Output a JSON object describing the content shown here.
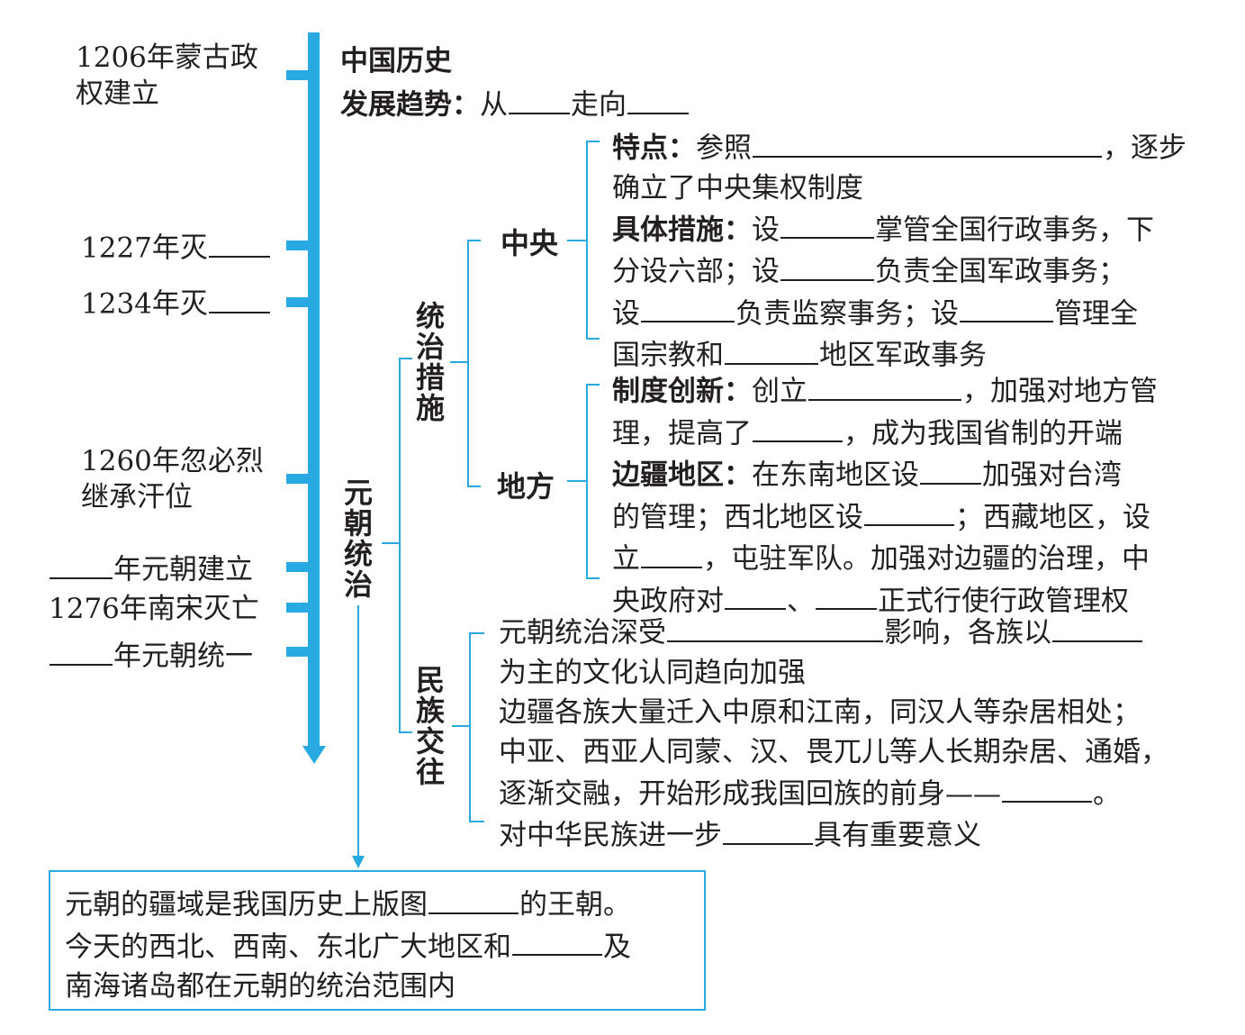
{
  "colors": {
    "accent": "#29a9e1",
    "text": "#231f20"
  },
  "timeline": {
    "e1206": [
      "1206年蒙古政",
      "权建立"
    ],
    "e1227": "1227年灭",
    "e1234": "1234年灭",
    "e1260": [
      "1260年忽必烈",
      "继承汗位"
    ],
    "e_founded": "年元朝建立",
    "e1276": "1276年南宋灭亡",
    "e_unified": "年元朝统一"
  },
  "header": {
    "title": "中国历史",
    "trend_label": "发展趋势：",
    "trend_from": "从",
    "trend_to": "走向"
  },
  "labels": {
    "yuan_rule": [
      "元",
      "朝",
      "统",
      "治"
    ],
    "governance": [
      "统",
      "治",
      "措",
      "施"
    ],
    "ethnic": [
      "民",
      "族",
      "交",
      "往"
    ],
    "central": "中央",
    "local": "地方"
  },
  "central": {
    "feature_label": "特点：",
    "feature_text": "参照",
    "feature_tail": "，逐步",
    "feature_line2": "确立了中央集权制度",
    "measures_label": "具体措施：",
    "m_set": "设",
    "m_a": "掌管全国行政事务，下",
    "m_line2a": "分设六部；设",
    "m_line2b": "负责全国军政事务；",
    "m_line3a": "设",
    "m_line3b": "负责监察事务；设",
    "m_line3c": "管理全",
    "m_line4a": "国宗教和",
    "m_line4b": "地区军政事务"
  },
  "local": {
    "innov_label": "制度创新：",
    "innov_a": "创立",
    "innov_b": "，加强对地方管",
    "innov_line2a": "理，提高了",
    "innov_line2b": "，成为我国省制的开端",
    "frontier_label": "边疆地区：",
    "fr_a": "在东南地区设",
    "fr_b": "加强对台湾",
    "fr_line2a": "的管理；西北地区设",
    "fr_line2b": "；西藏地区，设",
    "fr_line3a": "立",
    "fr_line3b": "，屯驻军队。加强对边疆的治理，中",
    "fr_line4a": "央政府对",
    "fr_line4b": "、",
    "fr_line4c": "正式行使行政管理权"
  },
  "ethnic": {
    "l1a": "元朝统治深受",
    "l1b": "影响，各族以",
    "l2": "为主的文化认同趋向加强",
    "l3": "边疆各族大量迁入中原和江南，同汉人等杂居相处；",
    "l4": "中亚、西亚人同蒙、汉、畏兀儿等人长期杂居、通婚，",
    "l5a": "逐渐交融，开始形成我国回族的前身——",
    "l5b": "。",
    "l6a": "对中华民族进一步",
    "l6b": "具有重要意义"
  },
  "summary": {
    "l1a": "元朝的疆域是我国历史上版图",
    "l1b": "的王朝。",
    "l2a": "今天的西北、西南、东北广大地区和",
    "l2b": "及",
    "l3": "南海诸岛都在元朝的统治范围内"
  }
}
